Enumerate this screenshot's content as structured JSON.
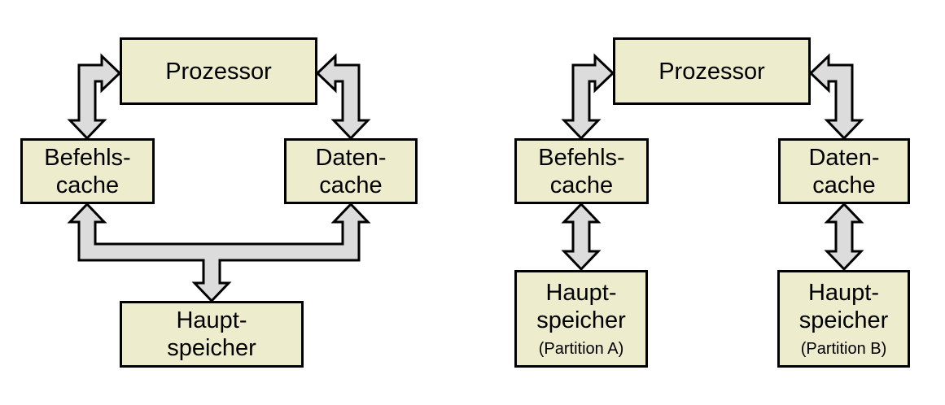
{
  "diagram_left": {
    "prozessor": "Prozessor",
    "befehlscache": [
      "Befehls-",
      "cache"
    ],
    "datencache": [
      "Daten-",
      "cache"
    ],
    "hauptspeicher": [
      "Haupt-",
      "speicher"
    ]
  },
  "diagram_right": {
    "prozessor": "Prozessor",
    "befehlscache": [
      "Befehls-",
      "cache"
    ],
    "datencache": [
      "Daten-",
      "cache"
    ],
    "hauptspeicher_a": [
      "Haupt-",
      "speicher",
      "(Partition A)"
    ],
    "hauptspeicher_b": [
      "Haupt-",
      "speicher",
      "(Partition B)"
    ]
  },
  "colors": {
    "background": "#ffffff",
    "box_fill": "#edeccc",
    "box_border": "#000000",
    "arrow_fill": "#dcdcdc",
    "arrow_border": "#000000"
  }
}
